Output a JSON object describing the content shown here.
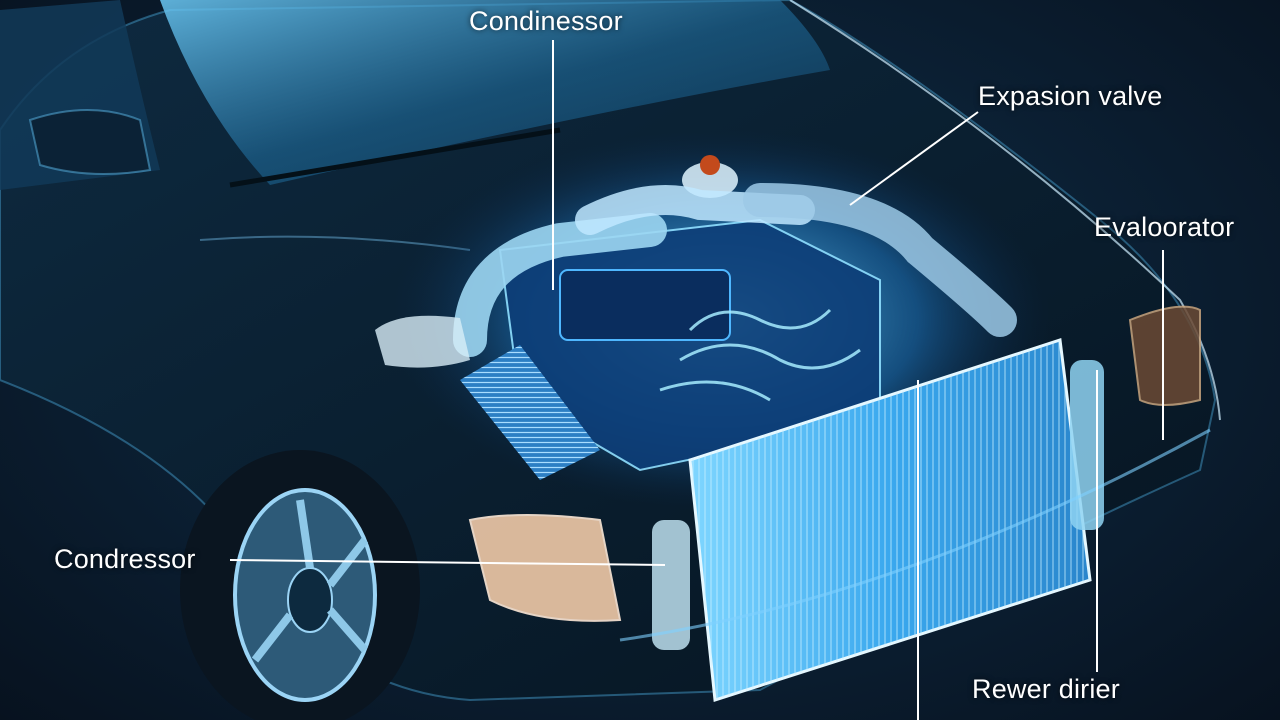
{
  "labels": {
    "condinessor": "Condinessor",
    "expasion_valve": "Expasion valve",
    "evaloorator": "Evaloorator",
    "condressor": "Condressor",
    "rewer_dirier": "Rewer dirier"
  },
  "colors": {
    "background": "#0c2237",
    "glow": "#35b8ff",
    "body": "#0a1a2a",
    "leader": "#ffffff"
  }
}
